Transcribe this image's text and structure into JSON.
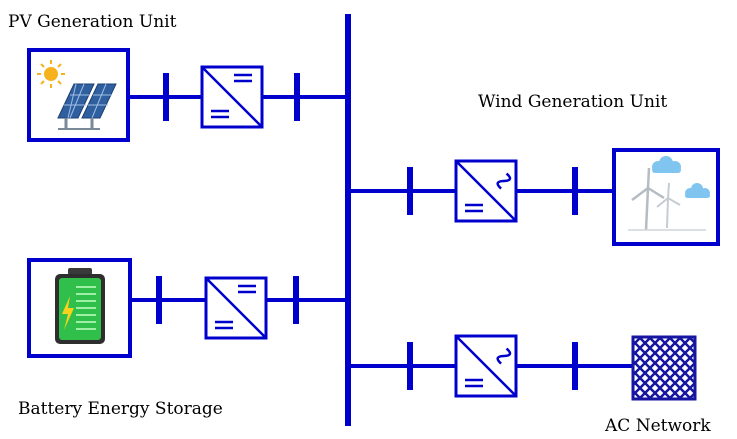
{
  "labels": {
    "pv": "PV Generation Unit",
    "wind": "Wind  Generation Unit",
    "battery": "Battery Energy Storage",
    "ac": "AC Network"
  },
  "icons": {
    "pv": "solar-panel-icon",
    "wind": "wind-turbine-icon",
    "battery": "battery-icon",
    "ac": "ac-network-icon",
    "dc_dc": "dc-dc-converter-icon",
    "dc_ac": "dc-ac-converter-icon"
  },
  "colors": {
    "bus": "#0000cc",
    "sun": "#f6b21d",
    "panel": "#2f5f9f",
    "battery_fill": "#2fbf4a",
    "cloud": "#7fc5f0",
    "grid": "#1616a0"
  }
}
